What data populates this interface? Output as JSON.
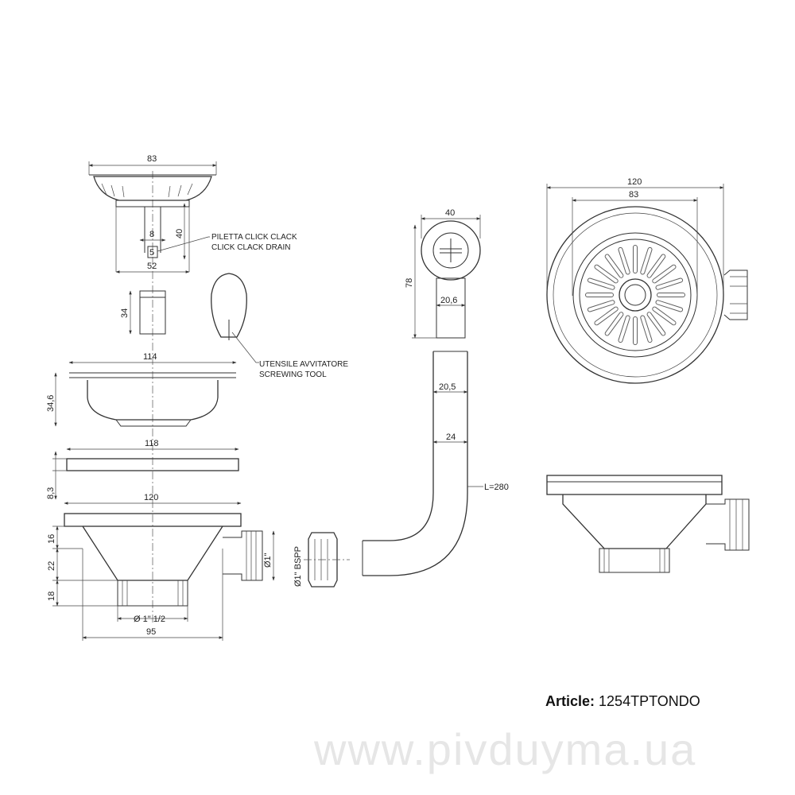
{
  "watermark": "www.pivduyma.ua",
  "labels": {
    "drain_name_it": "PILETTA CLICK CLACK",
    "drain_name_en": "CLICK CLACK DRAIN",
    "tool_name_it": "UTENSILE AVVITATORE",
    "tool_name_en": "SCREWING TOOL",
    "bspp": "Ø1\" BSPP",
    "overflow_length": "L=280"
  },
  "dimensions": {
    "basket_width": "83",
    "basket_height": "40",
    "stem_width": "8",
    "stem_tip": "5",
    "basket_base": "52",
    "insert_height": "34",
    "bowl_width": "114",
    "bowl_height": "34,6",
    "gasket_width": "118",
    "gasket_height": "8,3",
    "body_width": "120",
    "flange_height": "16",
    "cone_height": "22",
    "thread_height": "18",
    "outlet_dia": "Ø1\"",
    "thread_dia": "Ø 1\" 1/2",
    "bottom_width": "95",
    "knob_width": "40",
    "knob_height": "78",
    "knob_stem": "20,6",
    "pipe_inner": "20,5",
    "pipe_outer": "24",
    "top_outer": "120",
    "top_inner": "83"
  },
  "article": {
    "label": "Article:",
    "value": "1254TPTONDO"
  }
}
